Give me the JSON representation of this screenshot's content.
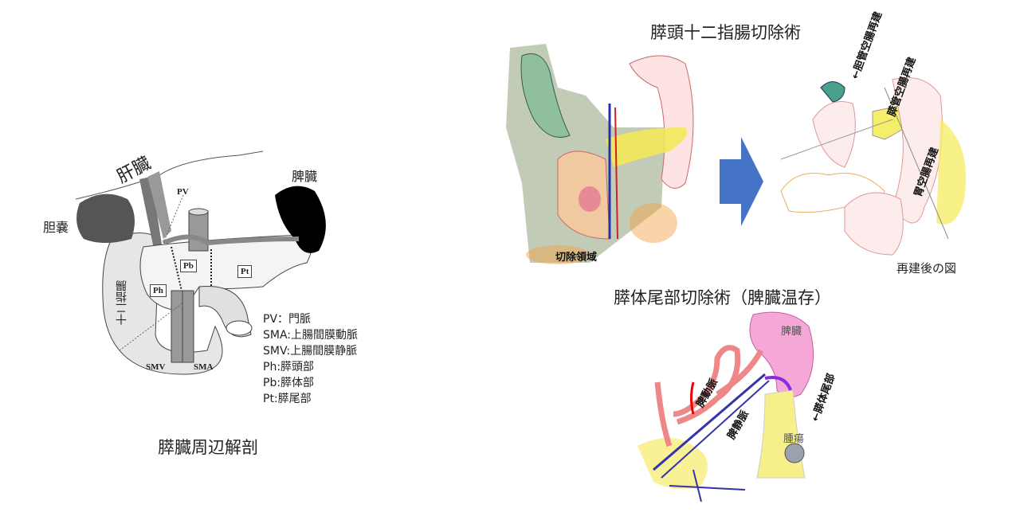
{
  "anatomy": {
    "caption": "膵臓周辺解剖",
    "labels": {
      "liver": "肝臓",
      "gallbladder": "胆嚢",
      "spleen": "脾臓",
      "duodenum": "十二指腸",
      "pv": "PV",
      "smv": "SMV",
      "sma": "SMA",
      "ph": "Ph",
      "pb": "Pb",
      "pt": "Pt"
    },
    "legend": [
      "PV：門脈",
      "SMA:上腸間膜動脈",
      "SMV:上腸間膜静脈",
      "Ph:膵頭部",
      "Pb:膵体部",
      "Pt:膵尾部"
    ]
  },
  "pd": {
    "title": "膵頭十二指腸切除術",
    "resection_label": "切除領域",
    "after_caption": "再建後の図",
    "reconstructions": [
      "←胆管空腸再建",
      "膵管空腸再建",
      "胃空腸再建"
    ],
    "arrow_color": "#4472c4"
  },
  "dp": {
    "title": "膵体尾部切除術（脾臓温存）",
    "labels": {
      "spleen": "脾臓",
      "splenic_artery": "脾動脈",
      "splenic_vein": "脾静脈",
      "body_tail": "←膵体尾部",
      "tumor": "腫瘍"
    }
  }
}
